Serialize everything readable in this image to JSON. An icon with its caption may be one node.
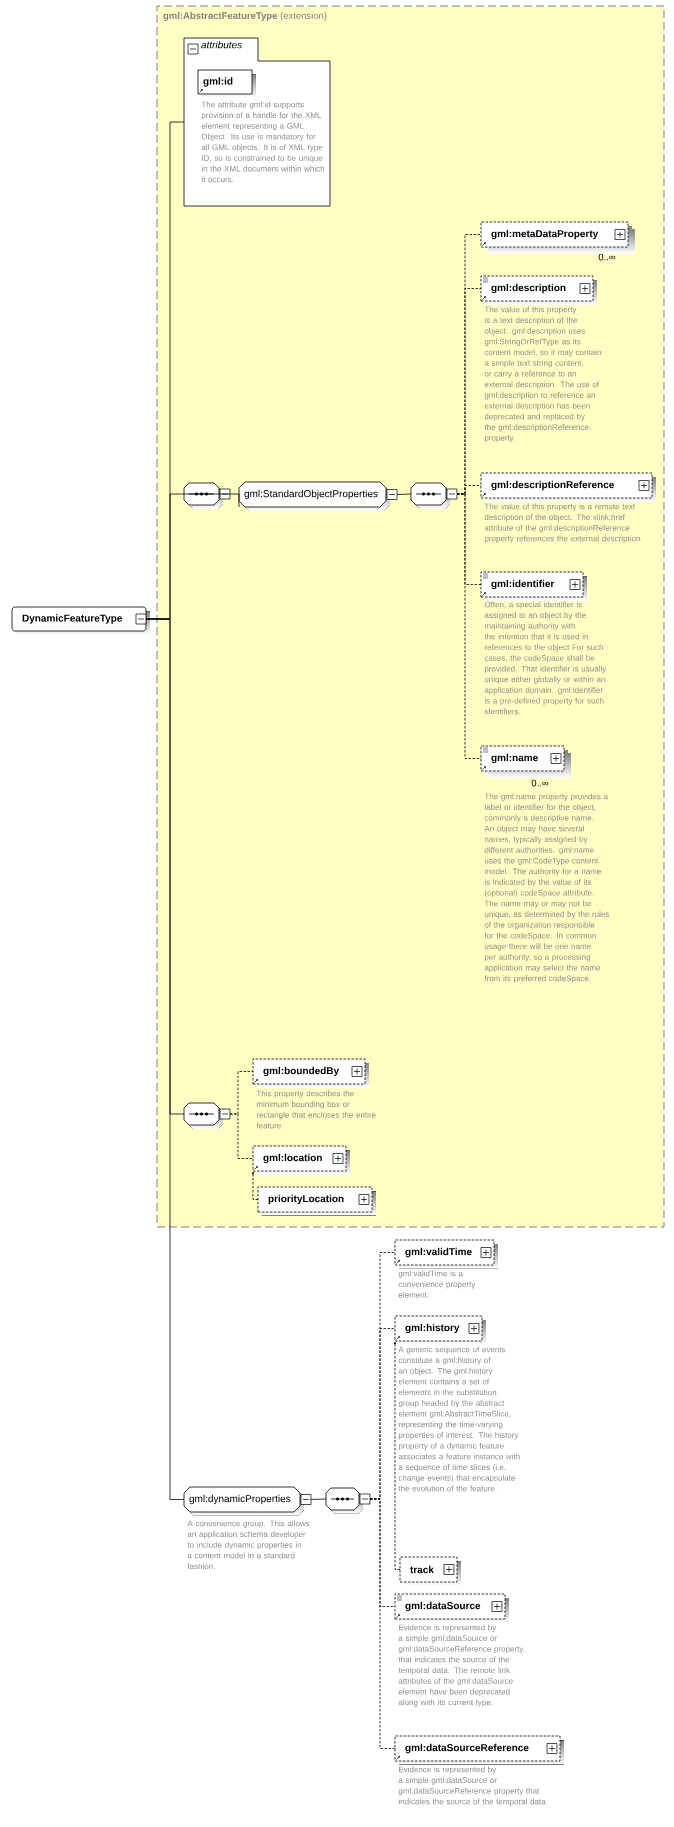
{
  "diagram": {
    "nodes": [
      {
        "text": [
          "**gml:AbstractFeatureType** (extension)"
        ]
      },
      {
        "text": [
          "attributes"
        ],
        "in": 0
      },
      {
        "text": [
          "gml:id"
        ],
        "in": 1,
        "beside": [
          "The attribute gml:id supports provision of a handle for the XML element representing a GML Object. Its use is mandatory for all GML objects. It is of XML type ID, so is constrained to be unique in the XML document within which it occurs."
        ]
      },
      {
        "text": [
          "DynamicFeatureType"
        ]
      },
      {
        "text": [],
        "shape": "octagon",
        "in": 0
      },
      {
        "text": [
          "gml:StandardObjectProperties"
        ],
        "in": 0
      },
      {
        "text": [],
        "shape": "octagon",
        "in": 0
      },
      {
        "text": [
          "gml:metaDataProperty"
        ],
        "in": 0,
        "beside": [
          "0..∞"
        ]
      },
      {
        "text": [
          "gml:description"
        ],
        "in": 0,
        "beside": [
          "The value of this property is a text description of the object. gml:description uses gml:StringOrRefType as its content model, so it may contain a simple text string content, or carry a reference to an external description. The use of gml:description to reference an external description has been deprecated and replaced by the gml:descriptionReference property."
        ]
      },
      {
        "text": [
          "gml:descriptionReference"
        ],
        "in": 0,
        "beside": [
          "The value of this property is a remote text description of the object. The xlink:href attribute of the gml:descriptionReference property references the external description."
        ]
      },
      {
        "text": [
          "gml:identifier"
        ],
        "in": 0,
        "beside": [
          "Often, a special identifier is assigned to an object by the maintaining authority with the intention that it is used in references to the object For such cases, the codeSpace shall be provided. That identifier is usually unique either globally or within an application domain. gml:identifier is a pre-defined property for such identifiers."
        ]
      },
      {
        "text": [
          "gml:name"
        ],
        "in": 0,
        "beside": [
          "0..∞",
          "The gml:name property provides a label or identifier for the object, commonly a descriptive name. An object may have several names, typically assigned by different authorities. gml:name uses the gml:CodeType content model. The authority for a name is indicated by the value of its (optional) codeSpace attribute. The name may or may not be unique, as determined by the rules of the organization responsible for the codeSpace. In common usage there will be one name per authority, so a processing application may select the name from its preferred codeSpace."
        ]
      },
      {
        "text": [],
        "shape": "octagon",
        "in": 0
      },
      {
        "text": [
          "gml:boundedBy"
        ],
        "in": 0,
        "beside": [
          "This property describes the minimum bounding box or rectangle that encloses the entire feature."
        ]
      },
      {
        "text": [
          "gml:location"
        ],
        "in": 0
      },
      {
        "text": [
          "priorityLocation"
        ],
        "in": 0
      },
      {
        "text": [
          "gml:validTime"
        ],
        "beside": [
          "gml:validTime is a convenience property element."
        ]
      },
      {
        "text": [
          "gml:history"
        ],
        "beside": [
          "A generic sequence of events constitute a gml:history of an object. The gml:history element contains a set of elements in the substitution group headed by the abstract element gml:AbstractTimeSlice, representing the time-varying properties of interest. The history property of a dynamic feature associates a feature instance with a sequence of time slices (i.e. change events) that encapsulate the evolution of the feature."
        ]
      },
      {
        "text": [
          "gml:dynamicProperties"
        ],
        "beside": [
          "A convenience group. This allows an application schema developer to include dynamic properties in a content model in a standard fashion."
        ]
      },
      {
        "text": [],
        "shape": "octagon"
      },
      {
        "text": [
          "track"
        ]
      },
      {
        "text": [
          "gml:dataSource"
        ],
        "beside": [
          "Evidence is represented by a simple gml:dataSource or gml:dataSourceReference property that indicates the source of the temporal data. The remote link attributes of the gml:dataSource element have been deprecated along with its current type."
        ]
      },
      {
        "text": [
          "gml:dataSourceReference"
        ],
        "beside": [
          "Evidence is represented by a simple gml:dataSource or gml:dataSourceReference property that indicates the source of the temporal data."
        ]
      }
    ],
    "edges": [
      {
        "from": 3,
        "to": 1,
        "arrow": "none"
      },
      {
        "from": 3,
        "to": 4,
        "arrow": "none"
      },
      {
        "from": 3,
        "to": 12,
        "arrow": "none"
      },
      {
        "from": 3,
        "to": 18,
        "arrow": "none"
      },
      {
        "from": 4,
        "to": 5,
        "arrow": "none"
      },
      {
        "from": 5,
        "to": 6,
        "arrow": "none"
      },
      {
        "from": 6,
        "to": 7,
        "arrow": "none",
        "style": "dashed"
      },
      {
        "from": 6,
        "to": 8,
        "arrow": "none",
        "style": "dashed"
      },
      {
        "from": 6,
        "to": 9,
        "arrow": "none",
        "style": "dashed"
      },
      {
        "from": 6,
        "to": 10,
        "arrow": "none",
        "style": "dashed"
      },
      {
        "from": 6,
        "to": 11,
        "arrow": "none",
        "style": "dashed"
      },
      {
        "from": 12,
        "to": 13,
        "arrow": "none",
        "style": "dashed"
      },
      {
        "from": 12,
        "to": 14,
        "arrow": "none",
        "style": "dashed"
      },
      {
        "from": 15,
        "to": 14,
        "arrow": "to",
        "style": "dashed"
      },
      {
        "from": 18,
        "to": 19,
        "arrow": "none"
      },
      {
        "from": 19,
        "to": 16,
        "arrow": "none",
        "style": "dashed"
      },
      {
        "from": 19,
        "to": 17,
        "arrow": "none",
        "style": "dashed"
      },
      {
        "from": 20,
        "to": 17,
        "arrow": "to",
        "style": "dashed"
      },
      {
        "from": 19,
        "to": 21,
        "arrow": "none",
        "style": "dashed"
      },
      {
        "from": 19,
        "to": 22,
        "arrow": "none",
        "style": "dashed"
      }
    ]
  }
}
